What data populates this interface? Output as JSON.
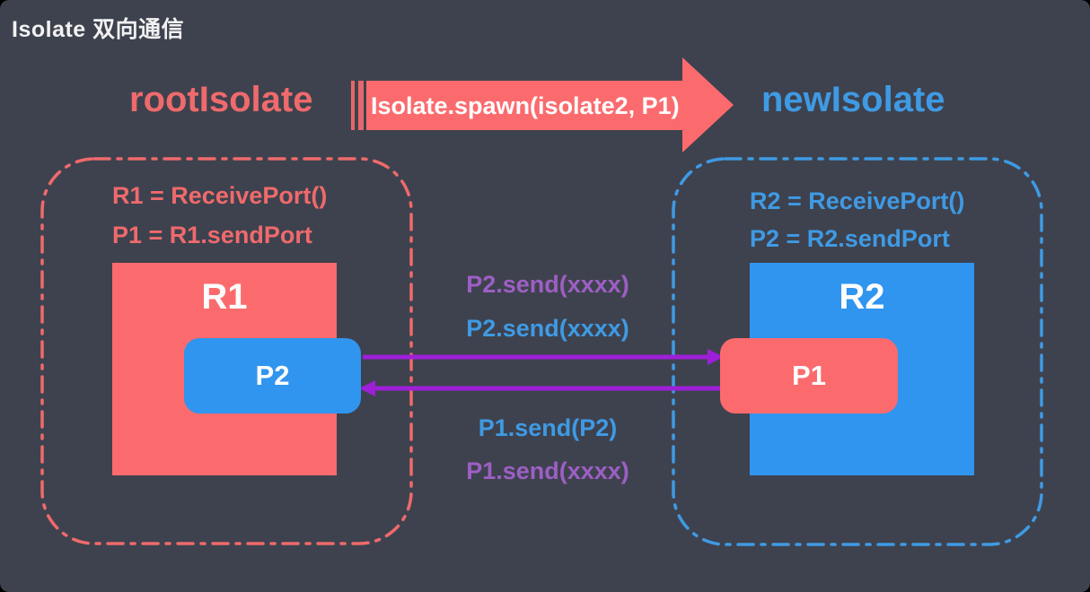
{
  "colors": {
    "background": "#3e424e",
    "red": "#fb6b6e",
    "blue": "#3095ee",
    "red_text": "#ef6a6c",
    "blue_text": "#3f9ae4",
    "purple_arrow": "#9e1fd8",
    "purple_text": "#9d5fc4",
    "white": "#fdfdfd",
    "title_text": "#f2f2f3"
  },
  "title": "Isolate 双向通信",
  "header": {
    "left_label": "rootIsolate",
    "arrow_label": "Isolate.spawn(isolate2, P1)",
    "right_label": "newIsolate"
  },
  "root_isolate": {
    "code_line1": "R1 = ReceivePort()",
    "code_line2": "P1 = R1.sendPort",
    "receive_port_label": "R1",
    "send_port_label": "P2"
  },
  "new_isolate": {
    "code_line1": "R2 = ReceivePort()",
    "code_line2": "P2 = R2.sendPort",
    "receive_port_label": "R2",
    "send_port_label": "P1"
  },
  "messages": {
    "top_purple": "P2.send(xxxx)",
    "top_blue": "P2.send(xxxx)",
    "bottom_blue": "P1.send(P2)",
    "bottom_purple": "P1.send(xxxx)"
  }
}
